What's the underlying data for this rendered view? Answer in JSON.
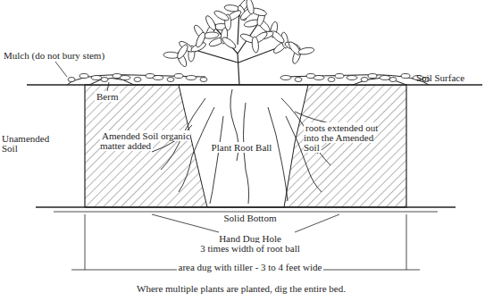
{
  "diagram": {
    "caption": "Where multiple plants are planted, dig the entire bed.",
    "labels": [
      "Mulch (do not bury stem)",
      "Soil Surface",
      "Berm",
      "Unamended Soil",
      "Amended Soil organic matter added",
      "Plant Root Ball",
      "roots extended out into the Amended Soil",
      "Solid Bottom",
      "Hand Dug Hole",
      "3 times width of root ball",
      "area dug with tiller - 3 to 4 feet wide"
    ]
  }
}
